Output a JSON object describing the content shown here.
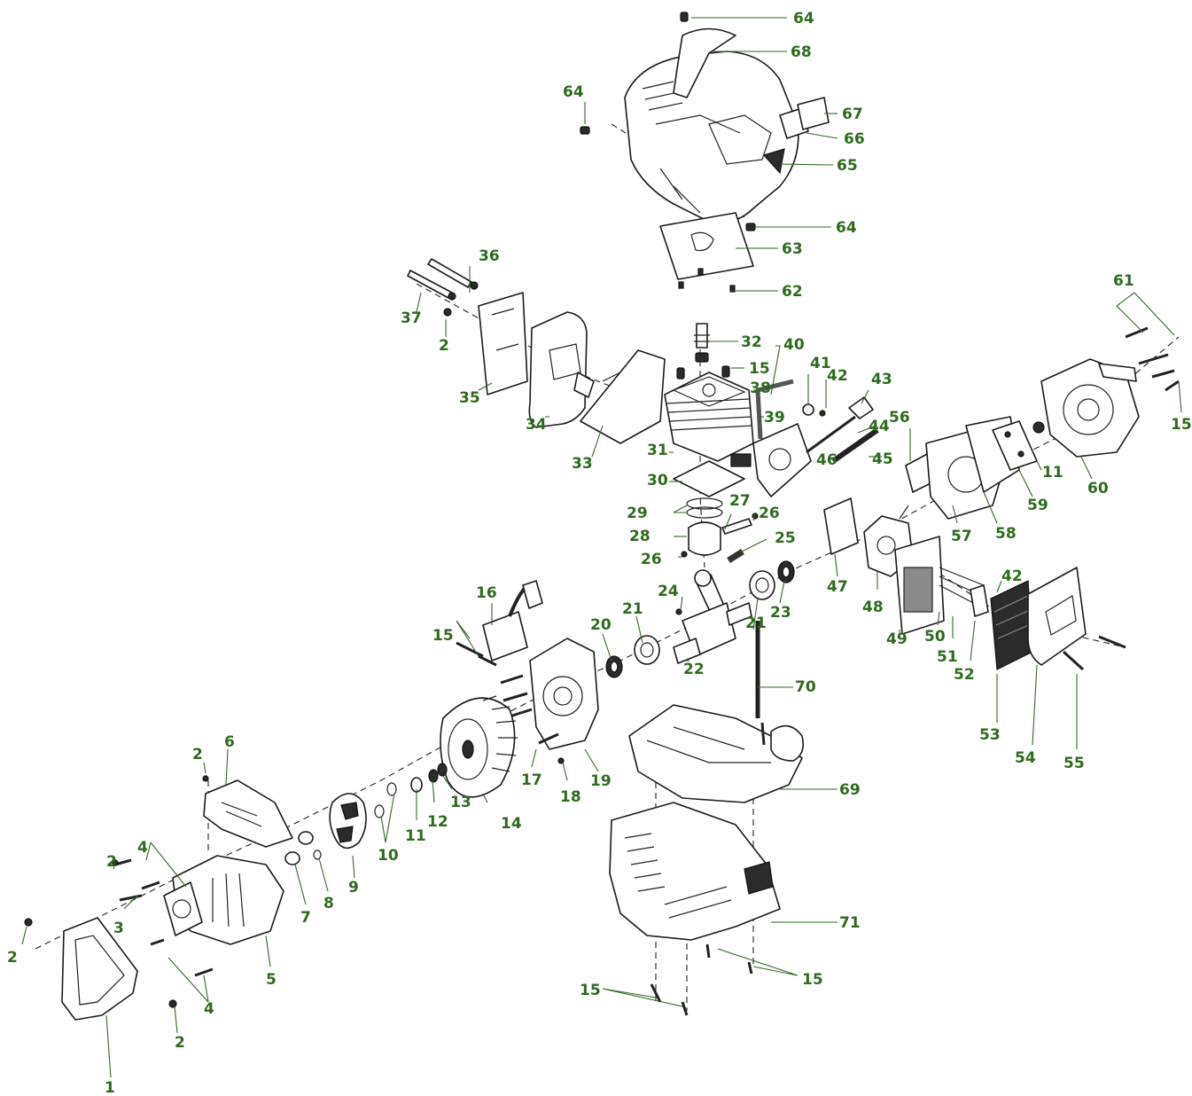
{
  "diagram": {
    "label_color": "#2e6b1e",
    "line_color": "#1a1a1a",
    "callouts": {
      "c1": "1",
      "c2a": "2",
      "c2b": "2",
      "c2c": "2",
      "c2d": "2",
      "c2e": "2",
      "c3": "3",
      "c4a": "4",
      "c4b": "4",
      "c5": "5",
      "c6": "6",
      "c7": "7",
      "c8": "8",
      "c9": "9",
      "c10": "10",
      "c11a": "11",
      "c11b": "11",
      "c12": "12",
      "c13": "13",
      "c14": "14",
      "c15a": "15",
      "c15b": "15",
      "c15c": "15",
      "c15d": "15",
      "c15e": "15",
      "c16": "16",
      "c17": "17",
      "c18": "18",
      "c19": "19",
      "c20": "20",
      "c21a": "21",
      "c21b": "21",
      "c22": "22",
      "c23": "23",
      "c24": "24",
      "c25": "25",
      "c26a": "26",
      "c26b": "26",
      "c27": "27",
      "c28": "28",
      "c29": "29",
      "c30": "30",
      "c31": "31",
      "c32": "32",
      "c33": "33",
      "c34": "34",
      "c35": "35",
      "c36": "36",
      "c37": "37",
      "c38": "38",
      "c39": "39",
      "c40": "40",
      "c41": "41",
      "c42a": "42",
      "c42b": "42",
      "c43": "43",
      "c44": "44",
      "c45": "45",
      "c46": "46",
      "c47": "47",
      "c48": "48",
      "c49": "49",
      "c50": "50",
      "c51": "51",
      "c52": "52",
      "c53": "53",
      "c54": "54",
      "c55": "55",
      "c56": "56",
      "c57": "57",
      "c58": "58",
      "c59": "59",
      "c60": "60",
      "c61": "61",
      "c62": "62",
      "c63": "63",
      "c64a": "64",
      "c64b": "64",
      "c64c": "64",
      "c65": "65",
      "c66": "66",
      "c67": "67",
      "c68": "68",
      "c69": "69",
      "c70": "70",
      "c71": "71"
    }
  }
}
